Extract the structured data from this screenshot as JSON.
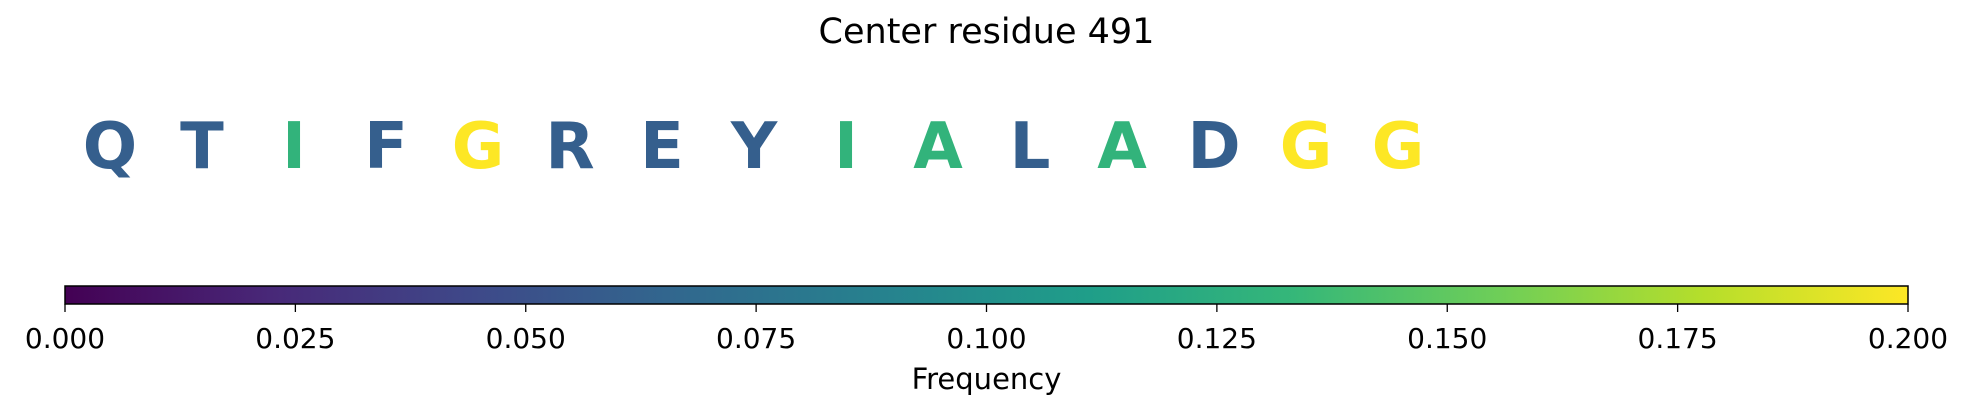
{
  "chart_data": {
    "type": "sequence-logo",
    "title": "Center residue 491",
    "residues": [
      {
        "letter": "Q",
        "frequency": 0.06
      },
      {
        "letter": "T",
        "frequency": 0.06
      },
      {
        "letter": "I",
        "frequency": 0.13
      },
      {
        "letter": "F",
        "frequency": 0.06
      },
      {
        "letter": "G",
        "frequency": 0.2
      },
      {
        "letter": "R",
        "frequency": 0.06
      },
      {
        "letter": "E",
        "frequency": 0.06
      },
      {
        "letter": "Y",
        "frequency": 0.06
      },
      {
        "letter": "I",
        "frequency": 0.13
      },
      {
        "letter": "A",
        "frequency": 0.13
      },
      {
        "letter": "L",
        "frequency": 0.06
      },
      {
        "letter": "A",
        "frequency": 0.13
      },
      {
        "letter": "D",
        "frequency": 0.06
      },
      {
        "letter": "G",
        "frequency": 0.2
      },
      {
        "letter": "G",
        "frequency": 0.2
      }
    ],
    "colorbar": {
      "label": "Frequency",
      "colormap": "viridis",
      "range": [
        0,
        0.2
      ],
      "ticks": [
        0,
        0.025,
        0.05,
        0.075,
        0.1,
        0.125,
        0.15,
        0.175,
        0.2
      ],
      "tick_labels": [
        "0.000",
        "0.025",
        "0.050",
        "0.075",
        "0.100",
        "0.125",
        "0.150",
        "0.175",
        "0.200"
      ],
      "orientation": "horizontal",
      "placement": "bottom"
    },
    "viridis_stops": [
      "#440154",
      "#482878",
      "#3e4989",
      "#31688e",
      "#26828e",
      "#1f9e89",
      "#35b779",
      "#6ece58",
      "#b5de2b",
      "#fde725"
    ]
  }
}
